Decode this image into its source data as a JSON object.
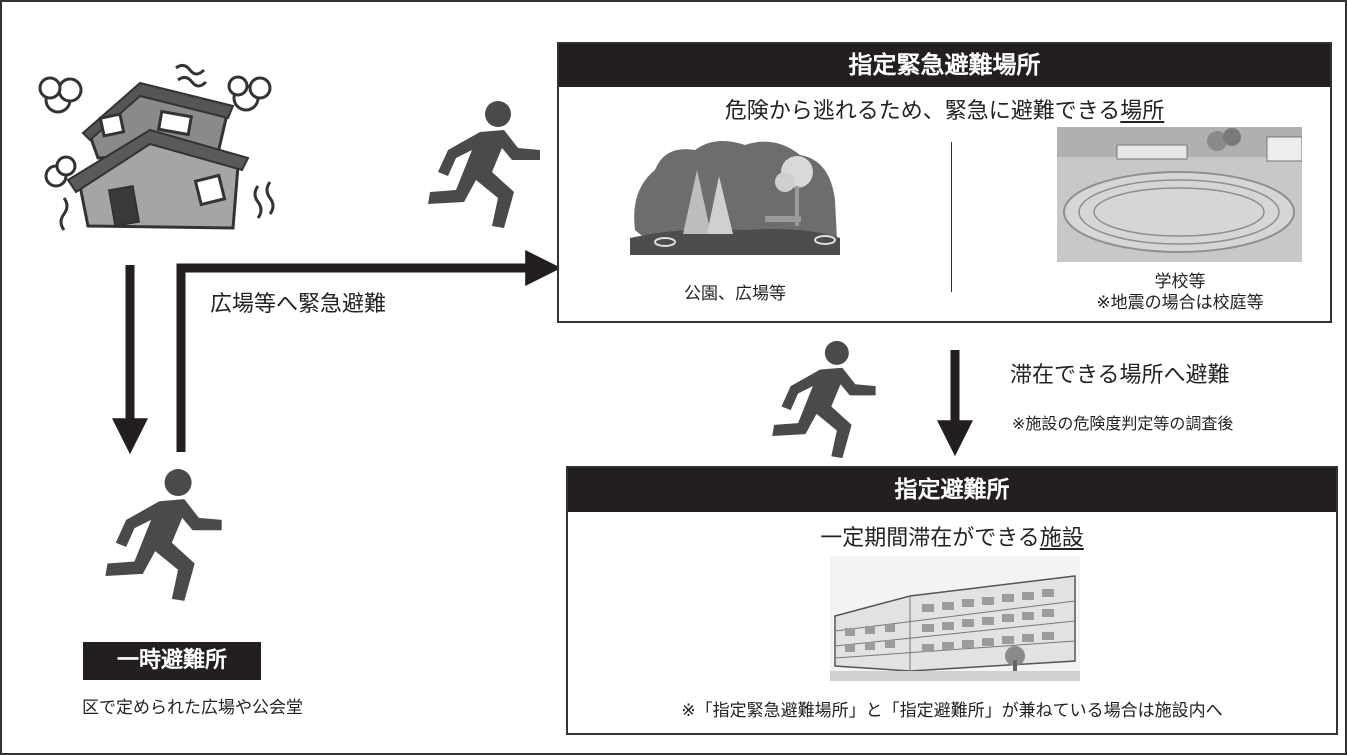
{
  "emergency_site": {
    "title": "指定緊急避難場所",
    "subtitle_pre": "危険から逃れるため、緊急に避難できる",
    "subtitle_underlined": "場所",
    "park_caption": "公園、広場等",
    "school_caption_line1": "学校等",
    "school_caption_line2": "※地震の場合は校庭等"
  },
  "evacuation_shelter": {
    "title": "指定避難所",
    "subtitle_pre": "一定期間滞在ができる",
    "subtitle_underlined": "施設",
    "note": "※「指定緊急避難場所」と「指定避難所」が兼ねている場合は施設内へ"
  },
  "temporary_site": {
    "title": "一時避難所",
    "description": "区で定められた広場や公会堂"
  },
  "flows": {
    "to_open_space": "広場等へ緊急避難",
    "to_stay_place": "滞在できる場所へ避難",
    "stay_note": "※施設の危険度判定等の調査後"
  },
  "icons": [
    "collapsed-house-icon",
    "running-person-icon",
    "park-illustration",
    "school-ground-illustration",
    "school-building-illustration"
  ]
}
